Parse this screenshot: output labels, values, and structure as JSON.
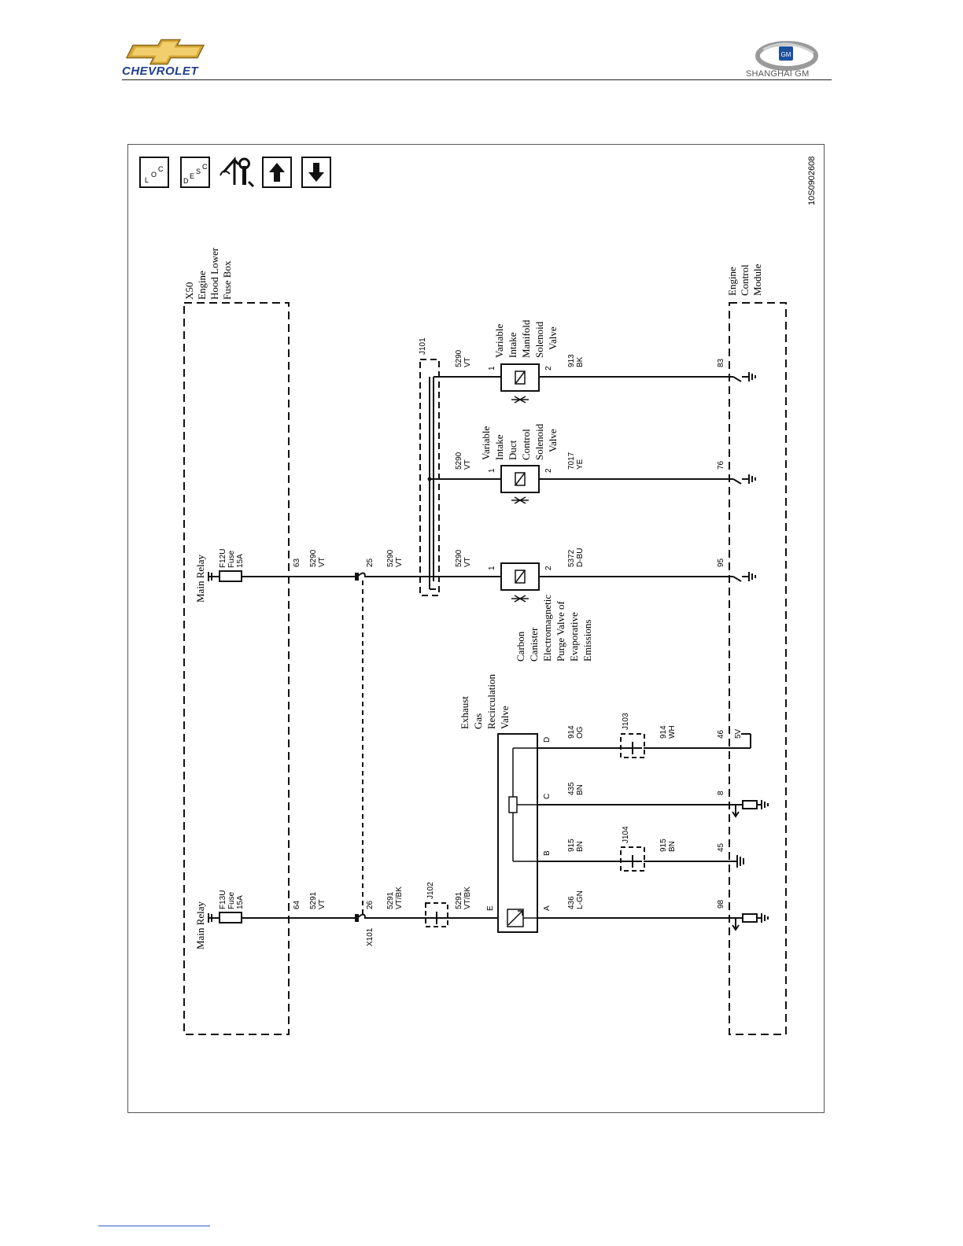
{
  "header": {
    "left_brand": "CHEVROLET",
    "right_brand": "SHANGHAI GM",
    "right_badge": "GM"
  },
  "nav_icons": [
    {
      "name": "location-icon",
      "chars": "LOC"
    },
    {
      "name": "description-icon",
      "chars": "DESC"
    },
    {
      "name": "service-icon",
      "chars": ""
    },
    {
      "name": "up-arrow-icon",
      "chars": ""
    },
    {
      "name": "down-arrow-icon",
      "chars": ""
    }
  ],
  "diagram": {
    "figure_id": "10S0902608",
    "fuse_box": {
      "lines": [
        "X50",
        "Engine",
        "Hood Lower",
        "Fuse Box"
      ]
    },
    "ecm": {
      "lines": [
        "Engine",
        "Control",
        "Module"
      ]
    },
    "relay_label": "Main Relay",
    "fuse_left": {
      "lines": [
        "F13U",
        "Fuse",
        "15A"
      ]
    },
    "fuse_right": {
      "lines": [
        "F12U",
        "Fuse",
        "15A"
      ]
    },
    "connector_x101": "X101",
    "pins": {
      "p64": "64",
      "p63": "63",
      "p26": "26",
      "p25": "25",
      "ecm98": "98",
      "ecm45": "45",
      "ecm8": "8",
      "ecm46": "46",
      "ecm95": "95",
      "ecm76": "76",
      "ecm83": "83",
      "egr_a": "A",
      "egr_b": "B",
      "egr_c": "C",
      "egr_d": "D",
      "egr_e": "E",
      "pin1": "1",
      "pin2": "2"
    },
    "wires": {
      "w5291_vt": {
        "num": "5291",
        "color": "VT"
      },
      "w5291_vtbk_a": {
        "num": "5291",
        "color": "VT/BK"
      },
      "w5291_vtbk_b": {
        "num": "5291",
        "color": "VT/BK"
      },
      "w5290_vt_fuse": {
        "num": "5290",
        "color": "VT"
      },
      "w5290_vt_x101": {
        "num": "5290",
        "color": "VT"
      },
      "w5290_vt_purge": {
        "num": "5290",
        "color": "VT"
      },
      "w5290_vt_duct": {
        "num": "5290",
        "color": "VT"
      },
      "w5290_vt_manifold": {
        "num": "5290",
        "color": "VT"
      },
      "w436": {
        "num": "436",
        "color": "L-GN"
      },
      "w915_a": {
        "num": "915",
        "color": "BN"
      },
      "w915_b": {
        "num": "915",
        "color": "BN"
      },
      "w435": {
        "num": "435",
        "color": "BN"
      },
      "w914_a": {
        "num": "914",
        "color": "OG"
      },
      "w914_b": {
        "num": "914",
        "color": "WH"
      },
      "w5372": {
        "num": "5372",
        "color": "D-BU"
      },
      "w7017": {
        "num": "7017",
        "color": "YE"
      },
      "w913": {
        "num": "913",
        "color": "BK"
      }
    },
    "splices": {
      "j101": "J101",
      "j102": "J102",
      "j103": "J103",
      "j104": "J104"
    },
    "ref_5v": "5V",
    "components": {
      "egr": {
        "lines": [
          "Exhaust",
          "Gas",
          "Recirculation",
          "Valve"
        ]
      },
      "purge": {
        "lines": [
          "Carbon",
          "Canister",
          "Electromagnetic",
          "Purge Valve of",
          "Evaporative",
          "Emissions"
        ]
      },
      "duct": {
        "lines": [
          "Variable",
          "Intake",
          "Duct",
          "Control",
          "Solenoid",
          "Valve"
        ]
      },
      "manifold": {
        "lines": [
          "Variable",
          "Intake",
          "Manifold",
          "Solenoid",
          "Valve"
        ]
      }
    }
  }
}
